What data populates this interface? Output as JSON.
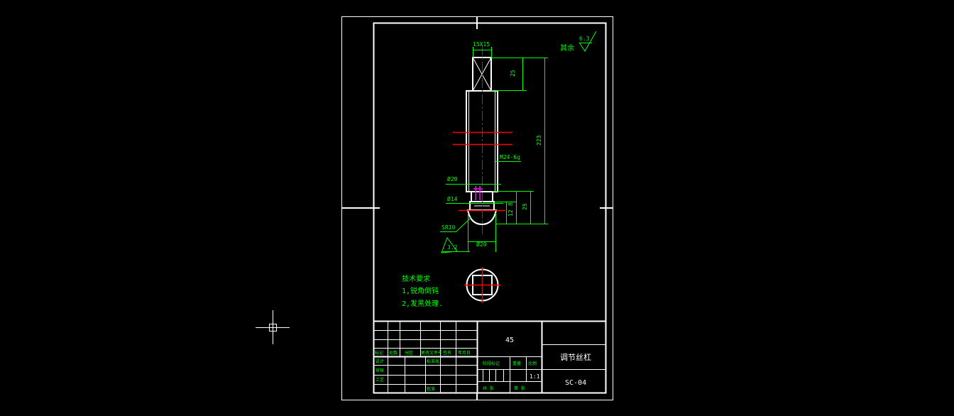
{
  "colors": {
    "background": "#000000",
    "border": "#ffffff",
    "dimension": "#00ff00",
    "centerline": "#ff0000",
    "annotation": "#ff00ff"
  },
  "drawing": {
    "roughness_other_label": "其余",
    "roughness_other_value": "6.3",
    "dims": {
      "square": "15X15",
      "len_square": "25",
      "len_total": "223",
      "thread": "M24-6g",
      "dia_20": "Ø20",
      "dia_14": "Ø14",
      "dia_20_bottom": "Ø20",
      "len_25": "25",
      "len_12": "12",
      "len_8": "8",
      "sphere": "SR10",
      "roughness_sphere": "3.2"
    },
    "tech_req": {
      "title": "技术要求",
      "item1": "1,锐角倒钝",
      "item2": "2,发黑处理."
    }
  },
  "title_block": {
    "material": "45",
    "part_name": "调节丝杠",
    "drawing_no": "SC-04",
    "scale": "1:1",
    "grid_labels": {
      "mark": "标记",
      "count": "处数",
      "zone": "分区",
      "change_doc": "更改文件号",
      "sign": "签名",
      "date": "年月日",
      "design": "设计",
      "standardize": "标准化",
      "review": "审核",
      "process": "工艺",
      "approve": "批准",
      "stage_mark": "阶段标记",
      "weight": "重量",
      "scale_hdr": "比例",
      "sheets_total": "共 张",
      "sheet_no": "第 张"
    }
  }
}
